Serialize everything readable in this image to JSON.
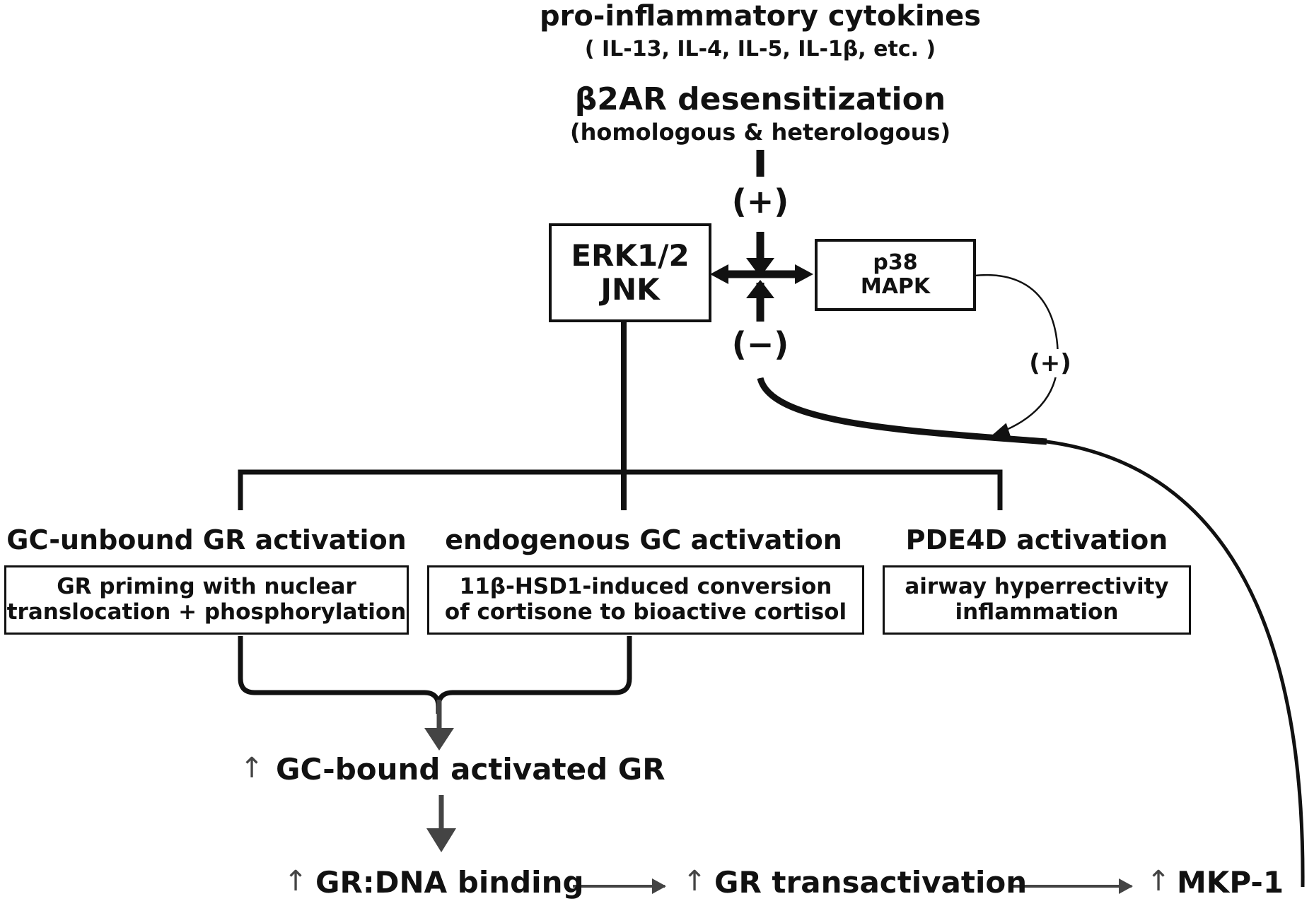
{
  "title": {
    "cytokines": "pro-inflammatory cytokines",
    "cytokines_examples": "( IL-13, IL-4, IL-5, IL-1β, etc. )",
    "desensitization": "β2AR desensitization",
    "desensitization_types": "(homologous &  heterologous)"
  },
  "signs": {
    "plus_top": "(+)",
    "minus": "(−)",
    "plus_right": "(+)"
  },
  "boxes": {
    "erk_line1": "ERK1/2",
    "erk_line2": "JNK",
    "p38_line1": "p38",
    "p38_line2": "MAPK"
  },
  "branches": [
    {
      "heading": "GC-unbound GR activation",
      "line1": "GR priming with nuclear",
      "line2": "translocation + phosphorylation"
    },
    {
      "heading": "endogenous GC activation",
      "line1": "11β-HSD1-induced conversion",
      "line2": "of cortisone to bioactive cortisol"
    },
    {
      "heading": "PDE4D activation",
      "line1": "airway hyperrectivity",
      "line2": "inflammation"
    }
  ],
  "outcomes": {
    "up_arrow": "↑",
    "gc_bound": "GC-bound activated GR",
    "dna_binding": "GR:DNA binding",
    "transactivation": "GR transactivation",
    "mkp1": "MKP-1"
  }
}
